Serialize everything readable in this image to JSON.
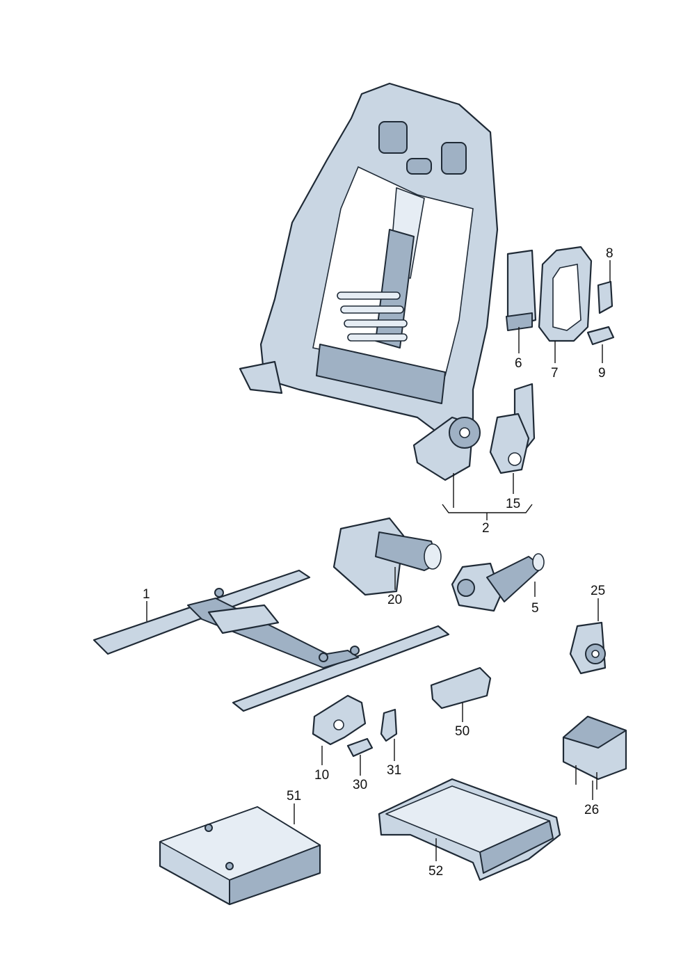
{
  "callouts": {
    "c1": "1",
    "c2": "2",
    "c5": "5",
    "c6": "6",
    "c7": "7",
    "c8": "8",
    "c9": "9",
    "c10": "10",
    "c15": "15",
    "c20": "20",
    "c25": "25",
    "c26": "26",
    "c30": "30",
    "c31": "31",
    "c50": "50",
    "c51": "51",
    "c52": "52"
  },
  "colors": {
    "part_fill": "#c9d6e3",
    "part_shade": "#9fb1c4",
    "outline": "#1f2a36"
  }
}
